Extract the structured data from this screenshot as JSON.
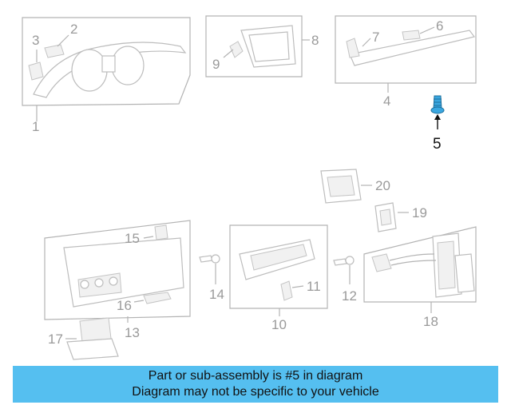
{
  "labels": {
    "c1": "1",
    "c2": "2",
    "c3": "3",
    "c4": "4",
    "c5": "5",
    "c6": "6",
    "c7": "7",
    "c8": "8",
    "c9": "9",
    "c10": "10",
    "c11": "11",
    "c12": "12",
    "c13": "13",
    "c14": "14",
    "c15": "15",
    "c16": "16",
    "c17": "17",
    "c18": "18",
    "c19": "19",
    "c20": "20"
  },
  "highlight": {
    "part": "5",
    "color": "#3aa7e0"
  },
  "banner": {
    "line1": "Part or sub-assembly is #5 in diagram",
    "line2": "Diagram may not be specific to your vehicle",
    "background": "#55bff0"
  }
}
